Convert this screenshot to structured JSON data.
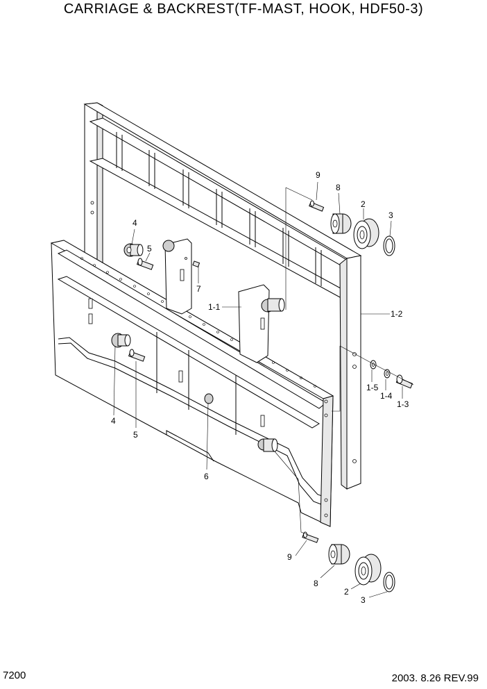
{
  "header": {
    "title": "CARRIAGE & BACKREST(TF-MAST, HOOK, HDF50-3)"
  },
  "footer": {
    "page": "7200",
    "revision": "2003. 8.26 REV.99"
  },
  "callouts": {
    "c9_top": "9",
    "c8_top": "8",
    "c2_top": "2",
    "c3_top": "3",
    "c4_top": "4",
    "c5_top": "5",
    "c7": "7",
    "c1_1": "1-1",
    "c1_2": "1-2",
    "c1_5": "1-5",
    "c1_4": "1-4",
    "c1_3": "1-3",
    "c4_bot": "4",
    "c5_bot": "5",
    "c6": "6",
    "c9_bot": "9",
    "c8_bot": "8",
    "c2_bot": "2",
    "c3_bot": "3"
  }
}
